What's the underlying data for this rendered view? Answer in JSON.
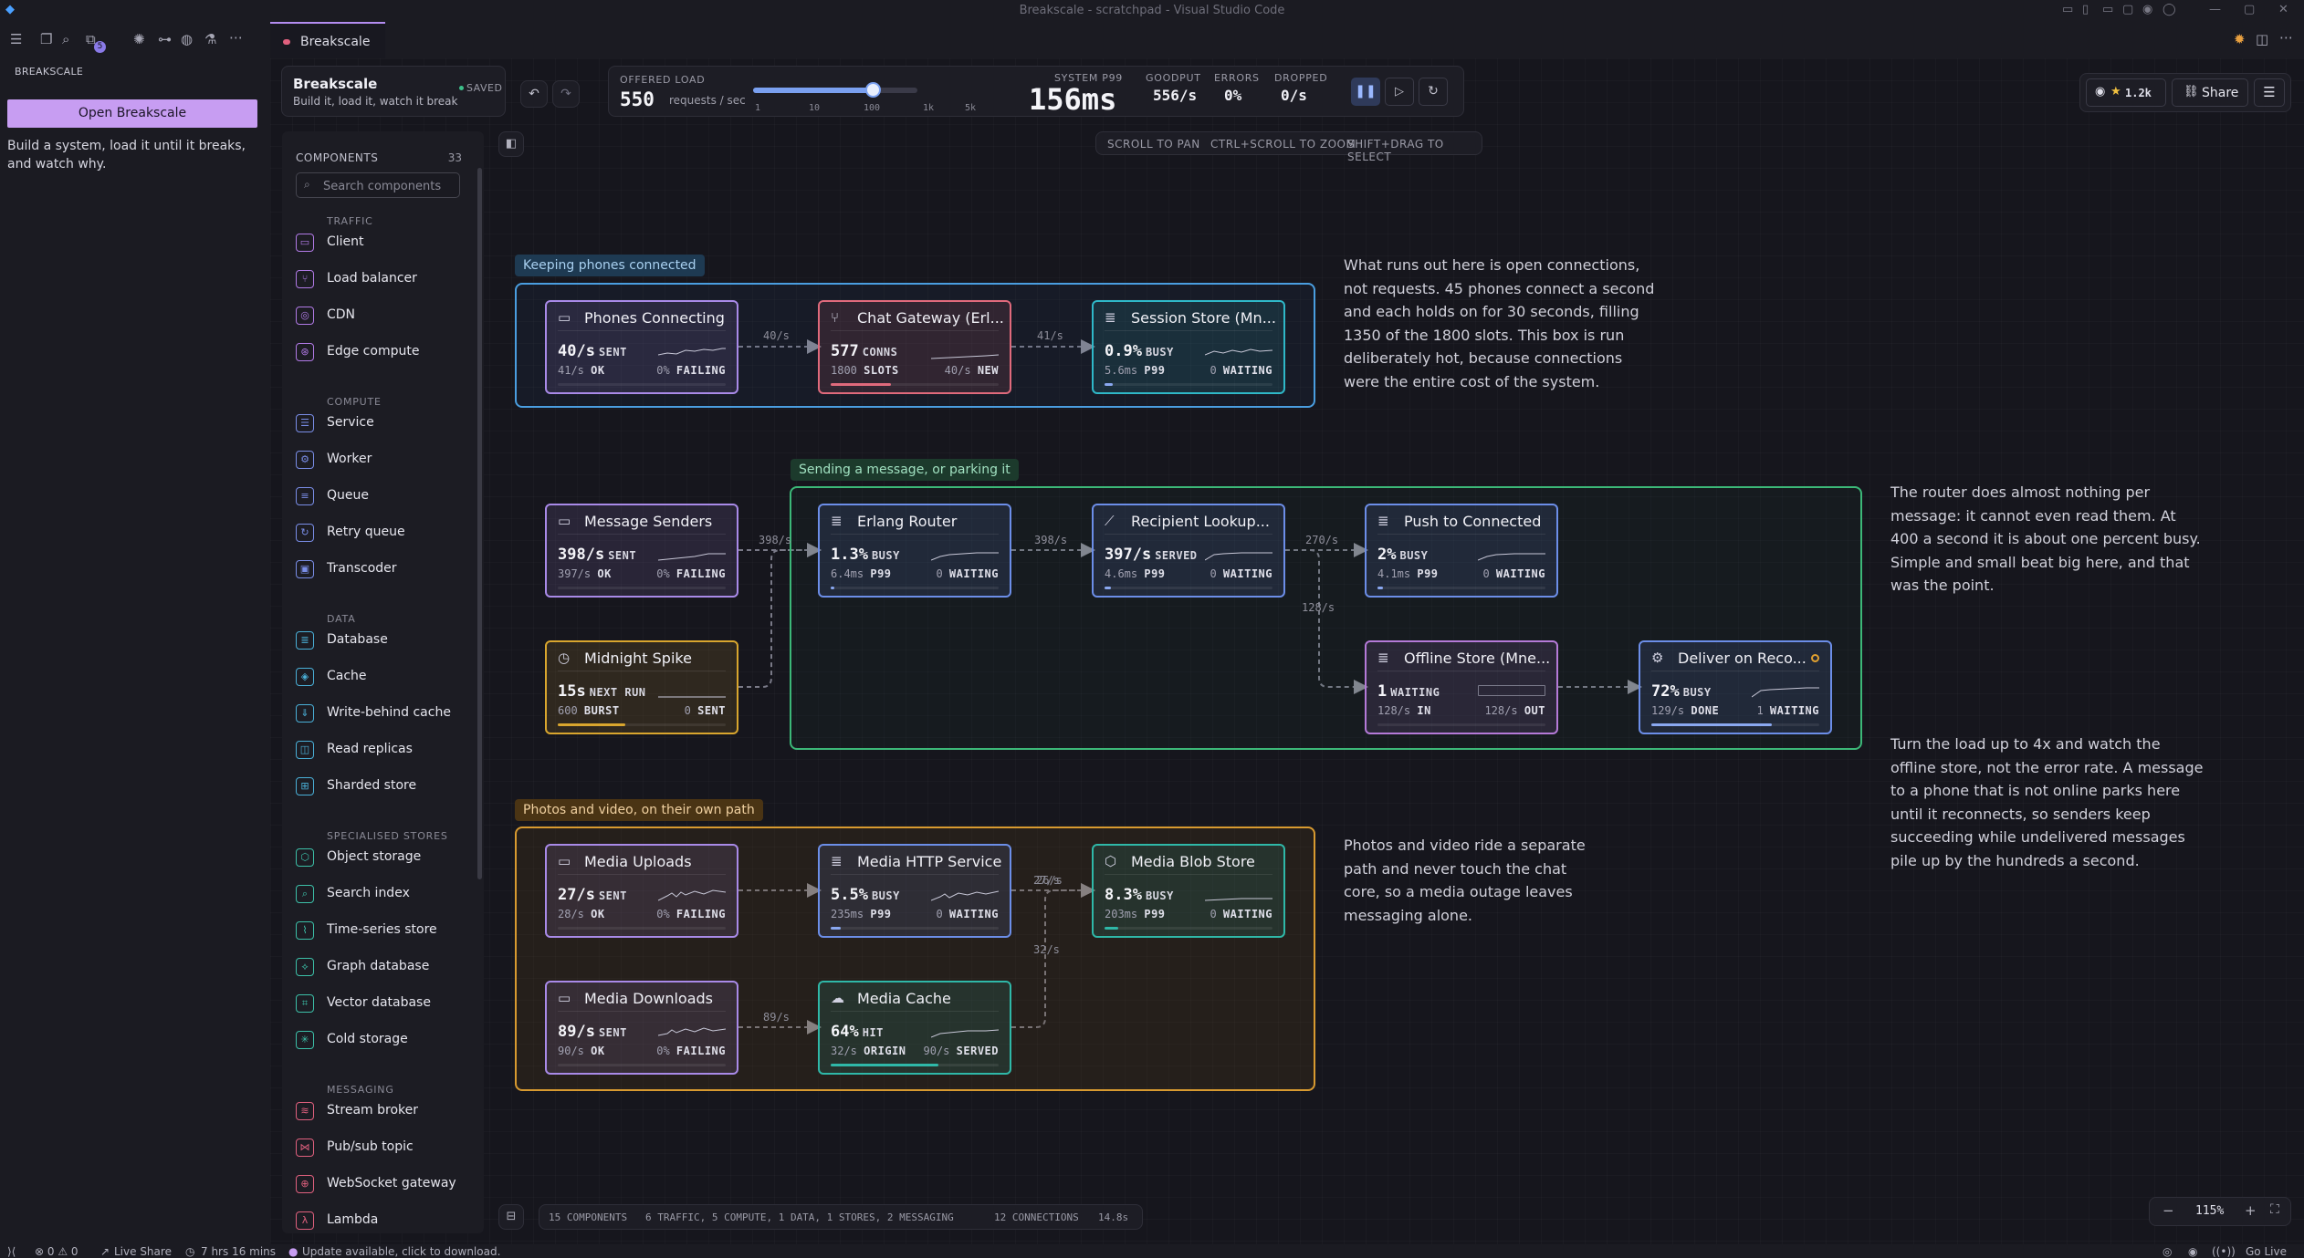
{
  "window": {
    "title": "Breakscale - scratchpad - Visual Studio Code"
  },
  "editor_tab": {
    "label": "Breakscale"
  },
  "sidebar": {
    "header": "BREAKSCALE",
    "open_button": "Open Breakscale",
    "description": "Build a system, load it until it breaks, and watch why."
  },
  "project": {
    "name": "Breakscale",
    "tagline": "Build it, load it, watch it break",
    "saved": "SAVED"
  },
  "load": {
    "label": "OFFERED LOAD",
    "value": "550",
    "unit": "requests / sec",
    "ticks": [
      "1",
      "10",
      "100",
      "1k",
      "5k"
    ],
    "slider_fraction": 0.73
  },
  "stats": [
    {
      "label": "SYSTEM P99",
      "value": "156ms"
    },
    {
      "label": "GOODPUT",
      "value": "556/s"
    },
    {
      "label": "ERRORS",
      "value": "0%"
    },
    {
      "label": "DROPPED",
      "value": "0/s"
    }
  ],
  "github": {
    "stars": "1.2k"
  },
  "share_label": "Share",
  "hints": [
    "SCROLL TO PAN",
    "CTRL+SCROLL TO ZOOM",
    "SHIFT+DRAG TO SELECT"
  ],
  "palette": {
    "title": "COMPONENTS",
    "count": "33",
    "search_placeholder": "Search components",
    "categories": [
      {
        "name": "TRAFFIC",
        "items": [
          "Client",
          "Load balancer",
          "CDN",
          "Edge compute"
        ]
      },
      {
        "name": "COMPUTE",
        "items": [
          "Service",
          "Worker",
          "Queue",
          "Retry queue",
          "Transcoder"
        ]
      },
      {
        "name": "DATA",
        "items": [
          "Database",
          "Cache",
          "Write-behind cache",
          "Read replicas",
          "Sharded store"
        ]
      },
      {
        "name": "SPECIALISED STORES",
        "items": [
          "Object storage",
          "Search index",
          "Time-series store",
          "Graph database",
          "Vector database",
          "Cold storage"
        ]
      },
      {
        "name": "MESSAGING",
        "items": [
          "Stream broker",
          "Pub/sub topic",
          "WebSocket gateway",
          "Lambda"
        ]
      }
    ]
  },
  "groups": [
    {
      "label": "Keeping phones connected"
    },
    {
      "label": "Sending a message, or parking it"
    },
    {
      "label": "Photos and video, on their own path"
    }
  ],
  "nodes": [
    {
      "title": "Phones Connecting",
      "main": "40/s",
      "main_unit": "SENT",
      "sub_left": "41/s",
      "sub_left_unit": "OK",
      "sub_right": "0%",
      "sub_right_unit": "FAILING",
      "color": "#a98ae8"
    },
    {
      "title": "Chat Gateway (Erl...",
      "main": "577",
      "main_unit": "CONNS",
      "sub_left": "1800",
      "sub_left_unit": "SLOTS",
      "sub_right": "40/s",
      "sub_right_unit": "NEW",
      "color": "#e06a7c"
    },
    {
      "title": "Session Store (Mn...",
      "main": "0.9%",
      "main_unit": "BUSY",
      "sub_left": "5.6ms",
      "sub_left_unit": "P99",
      "sub_right": "0",
      "sub_right_unit": "WAITING",
      "color": "#2fb8c8"
    },
    {
      "title": "Message Senders",
      "main": "398/s",
      "main_unit": "SENT",
      "sub_left": "397/s",
      "sub_left_unit": "OK",
      "sub_right": "0%",
      "sub_right_unit": "FAILING",
      "color": "#a98ae8"
    },
    {
      "title": "Erlang Router",
      "main": "1.3%",
      "main_unit": "BUSY",
      "sub_left": "6.4ms",
      "sub_left_unit": "P99",
      "sub_right": "0",
      "sub_right_unit": "WAITING",
      "color": "#6c8ee8"
    },
    {
      "title": "Recipient Lookup...",
      "main": "397/s",
      "main_unit": "SERVED",
      "sub_left": "4.6ms",
      "sub_left_unit": "P99",
      "sub_right": "0",
      "sub_right_unit": "WAITING",
      "color": "#6c8ee8"
    },
    {
      "title": "Push to Connected",
      "main": "2%",
      "main_unit": "BUSY",
      "sub_left": "4.1ms",
      "sub_left_unit": "P99",
      "sub_right": "0",
      "sub_right_unit": "WAITING",
      "color": "#6c8ee8"
    },
    {
      "title": "Midnight Spike",
      "main": "15s",
      "main_unit": "NEXT RUN",
      "sub_left": "600",
      "sub_left_unit": "BURST",
      "sub_right": "0",
      "sub_right_unit": "SENT",
      "color": "#d9a62e"
    },
    {
      "title": "Offline Store (Mne...",
      "main": "1",
      "main_unit": "WAITING",
      "sub_left": "128/s",
      "sub_left_unit": "IN",
      "sub_right": "128/s",
      "sub_right_unit": "OUT",
      "color": "#b57ad8"
    },
    {
      "title": "Deliver on Reco...",
      "main": "72%",
      "main_unit": "BUSY",
      "sub_left": "129/s",
      "sub_left_unit": "DONE",
      "sub_right": "1",
      "sub_right_unit": "WAITING",
      "color": "#6c8ee8"
    },
    {
      "title": "Media Uploads",
      "main": "27/s",
      "main_unit": "SENT",
      "sub_left": "28/s",
      "sub_left_unit": "OK",
      "sub_right": "0%",
      "sub_right_unit": "FAILING",
      "color": "#a98ae8"
    },
    {
      "title": "Media HTTP Service",
      "main": "5.5%",
      "main_unit": "BUSY",
      "sub_left": "235ms",
      "sub_left_unit": "P99",
      "sub_right": "0",
      "sub_right_unit": "WAITING",
      "color": "#6c8ee8"
    },
    {
      "title": "Media Blob Store",
      "main": "8.3%",
      "main_unit": "BUSY",
      "sub_left": "203ms",
      "sub_left_unit": "P99",
      "sub_right": "0",
      "sub_right_unit": "WAITING",
      "color": "#2fb8a8"
    },
    {
      "title": "Media Downloads",
      "main": "89/s",
      "main_unit": "SENT",
      "sub_left": "90/s",
      "sub_left_unit": "OK",
      "sub_right": "0%",
      "sub_right_unit": "FAILING",
      "color": "#a98ae8"
    },
    {
      "title": "Media Cache",
      "main": "64%",
      "main_unit": "HIT",
      "sub_left": "32/s",
      "sub_left_unit": "ORIGIN",
      "sub_right": "90/s",
      "sub_right_unit": "SERVED",
      "color": "#2fb8a8"
    }
  ],
  "edges": [
    "40/s",
    "41/s",
    "398/s",
    "398/s",
    "270/s",
    "128/s",
    "27/s",
    "26/s",
    "32/s",
    "89/s"
  ],
  "notes": [
    "What runs out here is open connections, not requests. 45 phones connect a second and each holds on for 30 seconds, filling 1350 of the 1800 slots. This box is run deliberately hot, because connections were the entire cost of the system.",
    "The router does almost nothing per message: it cannot even read them. At 400 a second it is about one percent busy. Simple and small beat big here, and that was the point.",
    "Turn the load up to 4x and watch the offline store, not the error rate. A message to a phone that is not online parks here until it reconnects, so senders keep succeeding while undelivered messages pile up by the hundreds a second.",
    "Photos and video ride a separate path and never touch the chat core, so a media outage leaves messaging alone."
  ],
  "footer": {
    "components": "15 COMPONENTS",
    "breakdown": "6 TRAFFIC, 5 COMPUTE, 1 DATA, 1 STORES, 2 MESSAGING",
    "connections": "12 CONNECTIONS",
    "time": "14.8s"
  },
  "zoom": {
    "minus": "−",
    "value": "115%",
    "plus": "+"
  },
  "status": {
    "problems": "⊗ 0 ⚠ 0",
    "live_share": "Live Share",
    "time": "7 hrs 16 mins",
    "update": "Update available, click to download.",
    "go_live": "Go Live"
  }
}
